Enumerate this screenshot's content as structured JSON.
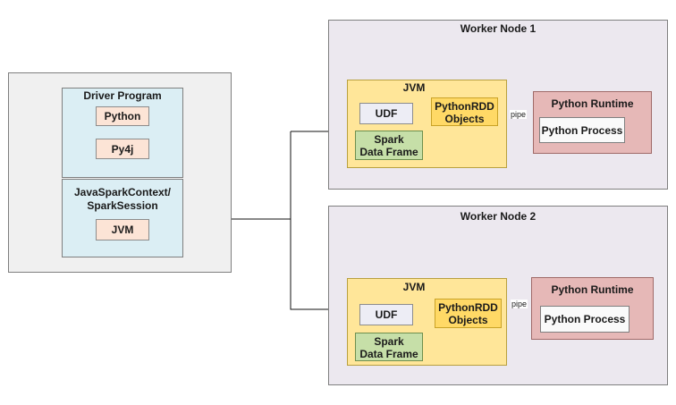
{
  "driver": {
    "driver_program_label": "Driver Program",
    "python": "Python",
    "py4j": "Py4j",
    "context_line1": "JavaSparkContext/",
    "context_line2": "SparkSession",
    "jvm": "JVM"
  },
  "workers": [
    {
      "title": "Worker Node 1",
      "jvm_label": "JVM",
      "udf": "UDF",
      "pythonrdd_line1": "PythonRDD",
      "pythonrdd_line2": "Objects",
      "sdf_line1": "Spark",
      "sdf_line2": "Data Frame",
      "pipe": "pipe",
      "runtime_label": "Python Runtime",
      "process": "Python Process"
    },
    {
      "title": "Worker Node 2",
      "jvm_label": "JVM",
      "udf": "UDF",
      "pythonrdd_line1": "PythonRDD",
      "pythonrdd_line2": "Objects",
      "sdf_line1": "Spark",
      "sdf_line2": "Data Frame",
      "pipe": "pipe",
      "runtime_label": "Python Runtime",
      "process": "Python Process"
    }
  ],
  "colors": {
    "driver_bg": "#f0f0f0",
    "driver_section_bg": "#dbeef4",
    "worker_bg": "#ece8ef",
    "jvm_bg": "#ffe699",
    "pythonrdd_bg": "#ffd966",
    "dataframe_bg": "#c6dfa8",
    "runtime_bg": "#e6b8b7"
  }
}
